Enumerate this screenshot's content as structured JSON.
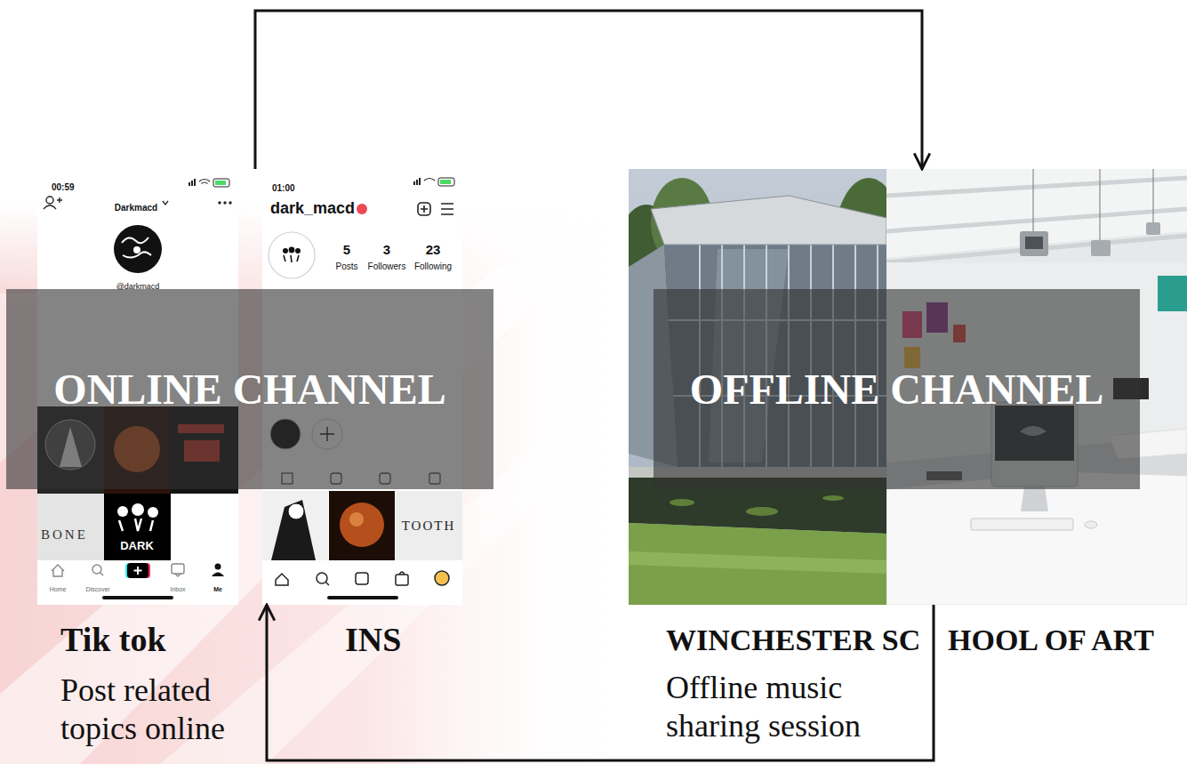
{
  "diagram": {
    "nodes": [
      {
        "text": [
          "ONLINE CHANNEL"
        ]
      },
      {
        "text": [
          "Tik tok",
          "Post related topics online"
        ],
        "in": 0
      },
      {
        "text": [
          "INS"
        ],
        "in": 0
      },
      {
        "text": [
          "OFFLINE CHANNEL"
        ]
      },
      {
        "text": [
          "WINCHESTER SC",
          "Offline music sharing session"
        ],
        "in": 3
      },
      {
        "text": [
          "HOOL OF ART"
        ],
        "in": 3
      }
    ],
    "edges": [
      {
        "from": 0,
        "to": 3,
        "arrow": "to"
      },
      {
        "from": 3,
        "to": 0,
        "arrow": "to"
      }
    ],
    "labels": [
      "00:59",
      "Darkmacd",
      "@darkmacd",
      "BONE",
      "DARK",
      "Home",
      "Discover",
      "Inbox",
      "Me",
      "01:00",
      "dark_macd",
      "5",
      "Posts",
      "3",
      "Followers",
      "23",
      "Following",
      "TOOTH"
    ]
  }
}
